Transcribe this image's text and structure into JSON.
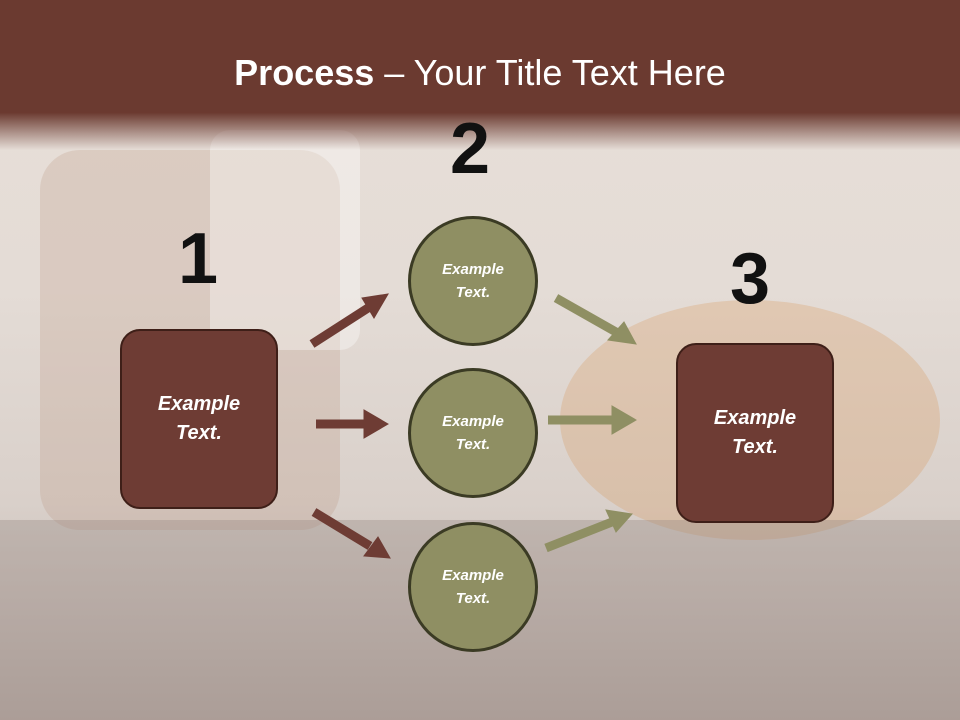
{
  "title": {
    "bold": "Process",
    "rest": " – Your Title Text Here"
  },
  "steps": {
    "one": {
      "number": "1",
      "text_line1": "Example",
      "text_line2": "Text."
    },
    "two": {
      "number": "2"
    },
    "three": {
      "number": "3",
      "text_line1": "Example",
      "text_line2": "Text."
    }
  },
  "circles": [
    {
      "line1": "Example",
      "line2": "Text."
    },
    {
      "line1": "Example",
      "line2": "Text."
    },
    {
      "line1": "Example",
      "line2": "Text."
    }
  ],
  "colors": {
    "header": "#6b3a30",
    "box": "#6e3c34",
    "circle": "#8f8f63",
    "arrow_left": "#6e3c34",
    "arrow_right": "#8f8f63"
  }
}
